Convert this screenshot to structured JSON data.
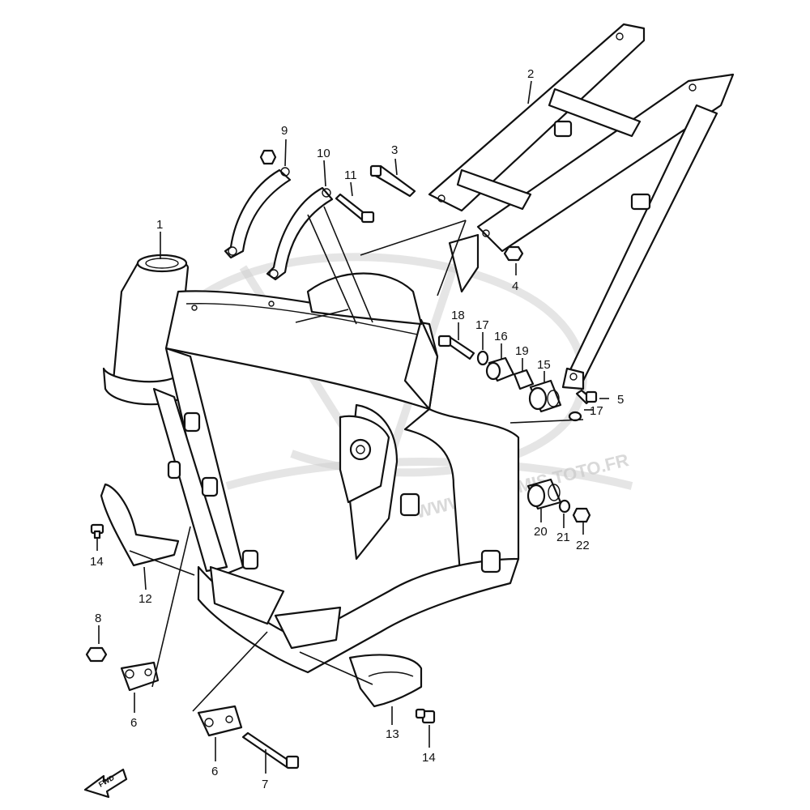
{
  "callouts": [
    {
      "id": "1",
      "label": "1"
    },
    {
      "id": "2",
      "label": "2"
    },
    {
      "id": "3",
      "label": "3"
    },
    {
      "id": "4",
      "label": "4"
    },
    {
      "id": "5",
      "label": "5"
    },
    {
      "id": "6a",
      "label": "6"
    },
    {
      "id": "6b",
      "label": "6"
    },
    {
      "id": "7",
      "label": "7"
    },
    {
      "id": "8",
      "label": "8"
    },
    {
      "id": "9",
      "label": "9"
    },
    {
      "id": "10",
      "label": "10"
    },
    {
      "id": "11",
      "label": "11"
    },
    {
      "id": "12",
      "label": "12"
    },
    {
      "id": "13",
      "label": "13"
    },
    {
      "id": "14a",
      "label": "14"
    },
    {
      "id": "14b",
      "label": "14"
    },
    {
      "id": "15",
      "label": "15"
    },
    {
      "id": "16",
      "label": "16"
    },
    {
      "id": "17a",
      "label": "17"
    },
    {
      "id": "17b",
      "label": "17"
    },
    {
      "id": "18",
      "label": "18"
    },
    {
      "id": "19",
      "label": "19"
    },
    {
      "id": "20",
      "label": "20"
    },
    {
      "id": "21",
      "label": "21"
    },
    {
      "id": "22",
      "label": "22"
    }
  ],
  "fwd_label": "FWD",
  "watermark": {
    "text": "WWW.ASSOMIS TOTO.FR"
  },
  "colors": {
    "line": "#111111",
    "background": "#ffffff",
    "watermark": "#cfcfcf"
  }
}
